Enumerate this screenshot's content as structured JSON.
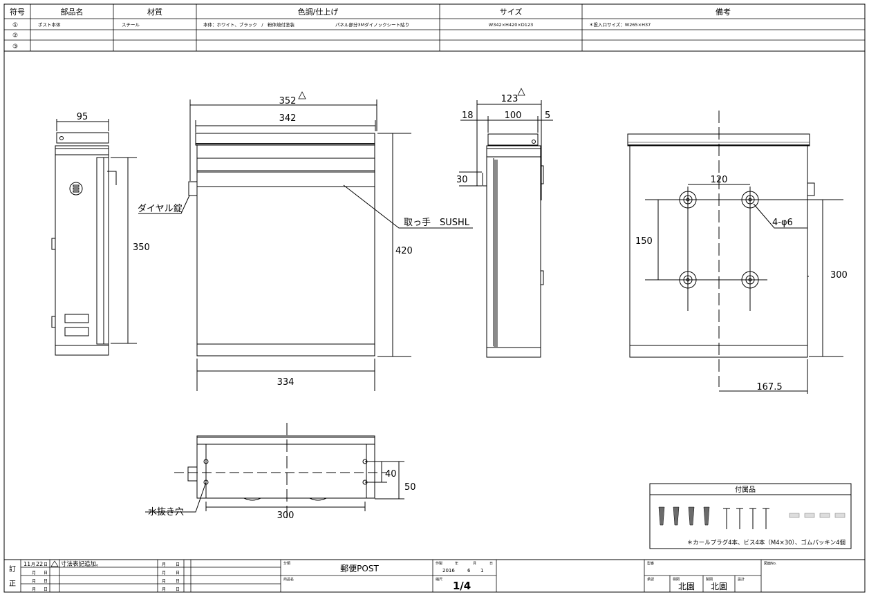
{
  "parts_table": {
    "headers": [
      "符号",
      "部品名",
      "材質",
      "色調/仕上げ",
      "サイズ",
      "備考"
    ],
    "rows": [
      {
        "no": "①",
        "name": "ポスト本体",
        "material": "スチール",
        "finish_a": "本体：ホワイト、ブラック　/　粉体焼付塗装",
        "finish_b": "パネル部分3Mダイノックシート貼り",
        "size": "W342×H420×D123",
        "note": "＊投入口サイズ：W265×H37"
      },
      {
        "no": "②",
        "name": "",
        "material": "",
        "finish_a": "",
        "finish_b": "",
        "size": "",
        "note": ""
      },
      {
        "no": "③",
        "name": "",
        "material": "",
        "finish_a": "",
        "finish_b": "",
        "size": "",
        "note": ""
      }
    ]
  },
  "dimensions": {
    "side_width": "95",
    "side_height": "350",
    "front_outer_width": "352",
    "front_body_width": "342",
    "front_height": "420",
    "front_bottom_width": "334",
    "right_depth": "123",
    "right_left": "18",
    "right_mid": "100",
    "right_right": "5",
    "right_tab": "30",
    "back_hole_pitch_x": "120",
    "back_hole_pitch_y": "150",
    "back_hole_spec": "4-φ6",
    "back_height": "300",
    "back_offset": "167.5",
    "bottom_width": "300",
    "bottom_40": "40",
    "bottom_50": "50"
  },
  "callouts": {
    "dial_lock": "ダイヤル錠",
    "handle": "取っ手　SUSHL",
    "drain_hole": "水抜き穴"
  },
  "accessories": {
    "title": "付属品",
    "note": "＊カールプラグ4本、ビス4本（M4×30）、ゴムパッキン4個"
  },
  "revision": {
    "label_1": "訂",
    "label_2": "正",
    "entry_month": "11",
    "entry_day": "22",
    "entry_text": "寸法表記追加。",
    "unit_month": "月",
    "unit_day": "日"
  },
  "title_block": {
    "class_label": "分類",
    "product_class": "郵便POST",
    "product_name_label": "商品名",
    "date_label": "作製",
    "year_unit": "年",
    "month_unit": "月",
    "day_unit": "日",
    "year": "2016",
    "month": "6",
    "day": "1",
    "scale_label": "縮尺",
    "scale": "1/4",
    "model_label": "型番",
    "drawing_no_label": "図面No.",
    "approval_label": "承認",
    "check_label": "検図",
    "draw_label": "製図",
    "design_label": "設計",
    "checker": "北園",
    "drafter": "北園"
  },
  "colors": {
    "line": "#000000",
    "panel_strip": "#8a8a8a"
  }
}
